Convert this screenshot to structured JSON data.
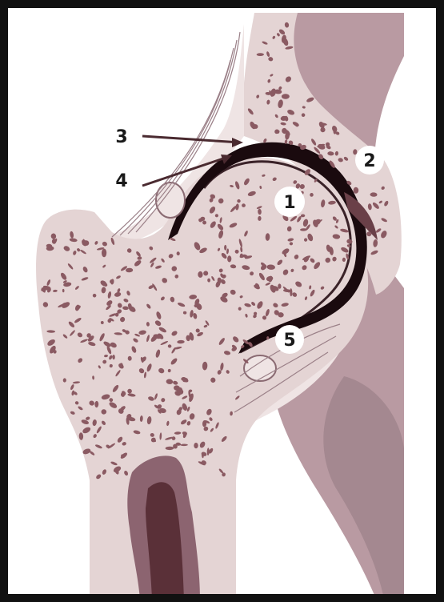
{
  "colors": {
    "frame": "#111111",
    "paper": "#ffffff",
    "bone_fill": "#e4d4d4",
    "bone_pore": "#8a5a62",
    "bone_outline": "#3a2228",
    "pelvis_fill": "#b99aa2",
    "pelvis_shadow": "#a48890",
    "marrow_dark": "#5a3038",
    "marrow_mid": "#8c6470",
    "cartilage_gap": "#1a0a0e",
    "fibre_fill": "#efe4e4",
    "fibre_line": "#9b8088",
    "arrow": "#4a2a30",
    "label_circle": "#ffffff",
    "label_text": "#1a1a1a"
  },
  "labels": {
    "n1": "1",
    "n2": "2",
    "n3": "3",
    "n4": "4",
    "n5": "5"
  }
}
